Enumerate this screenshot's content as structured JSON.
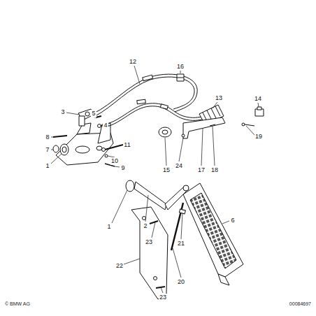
{
  "diagram": {
    "labels": [
      "12",
      "16",
      "13",
      "14",
      "3",
      "5",
      "8",
      "4",
      "7",
      "19",
      "1",
      "11",
      "10",
      "9",
      "15",
      "24",
      "17",
      "18",
      "1",
      "2",
      "6",
      "23",
      "21",
      "22",
      "20",
      "23",
      "© BMW AG",
      "00084697"
    ]
  }
}
